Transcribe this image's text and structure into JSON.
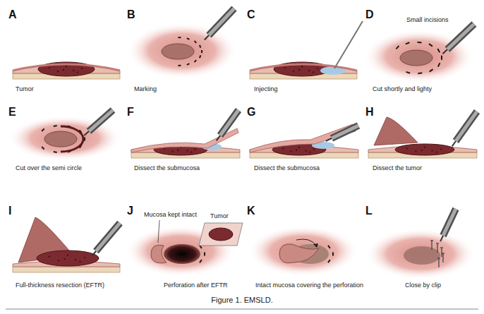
{
  "diagram": {
    "caption": "Figure 1. EMSLD.",
    "labels": [
      "A",
      "Tumor",
      "B",
      "Marking",
      "C",
      "Injecting",
      "D",
      "Small incisions",
      "Cut shortly and lighty",
      "E",
      "Cut over the semi circle",
      "F",
      "Dissect the submucosa",
      "G",
      "Dissect the submucosa",
      "H",
      "Dissect the tumor",
      "I",
      "Full-thickness resection (EFTR)",
      "J",
      "Mucosa kept intact",
      "Tumor",
      "Perforation after EFTR",
      "K",
      "Intact mucosa covering the perforation",
      "L",
      "Close by clip"
    ]
  }
}
